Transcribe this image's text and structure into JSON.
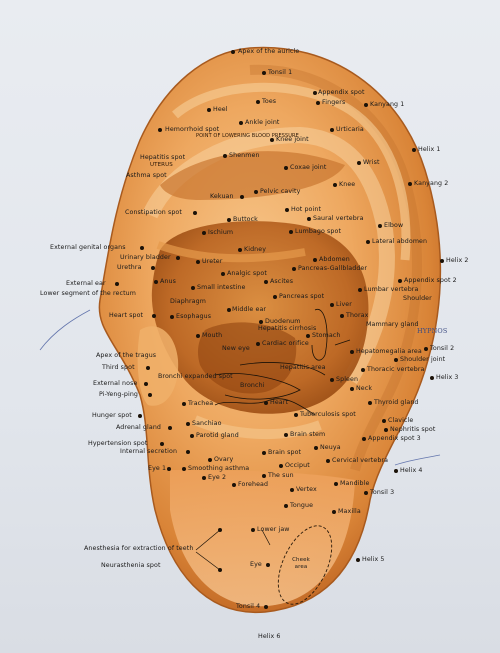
{
  "labels": {
    "apex_auricle": "Apex of the auricle",
    "tonsil1": "Tonsil 1",
    "appendix_spot": "Appendix spot",
    "toes": "Toes",
    "fingers": "Fingers",
    "kanyang1": "Kanyang 1",
    "heel": "Heel",
    "ankle_joint": "Ankle joint",
    "hemorrhoid_spot": "Hemorrhoid spot",
    "point_lowering_blood_pressure": "POINT OF LOWERING BLOOD PRESSURE",
    "knee_joint": "Knee joint",
    "urticaria": "Urticaria",
    "helix1": "Helix 1",
    "hepatitis_spot": "Hepatitis spot",
    "uterus": "UTERUS",
    "shenmen": "Shenmen",
    "wrist": "Wrist",
    "asthma_spot": "Asthma spot",
    "coxae_joint": "Coxae joint",
    "knee": "Knee",
    "kanyang2": "Kanyang 2",
    "kekuan": "Kekuan",
    "pelvic_cavity": "Pelvic cavity",
    "constipation_spot": "Constipation spot",
    "hot_point": "Hot point",
    "buttock": "Buttock",
    "saural_vertebra": "Saural vertebra",
    "elbow": "Elbow",
    "ischium": "Ischium",
    "lumbago_spot": "Lumbago spot",
    "lateral_abdomen": "Lateral abdomen",
    "external_genital_organs": "External genital organs",
    "kidney": "Kidney",
    "urinary_bladder": "Urinary bladder",
    "ureter": "Ureter",
    "abdomen": "Abdomen",
    "helix2": "Helix 2",
    "urethra": "Urethra",
    "pancreas_gallbladder": "Pancreas-Gallbladder",
    "analgic_spot": "Analgic spot",
    "external_ear": "External ear",
    "anus": "Anus",
    "ascites": "Ascites",
    "appendix_spot2": "Appendix spot 2",
    "lower_segment_rectum": "Lower segment of the rectum",
    "small_intestine": "Small intestine",
    "lumbar_vertebra": "Lumbar vertebra",
    "shoulder": "Shoulder",
    "pancreas_spot": "Pancreas spot",
    "diaphragm": "Diaphragm",
    "middle_ear": "Middle ear",
    "liver": "Liver",
    "heart_spot": "Heart spot",
    "esophagus": "Esophagus",
    "duodenum": "Duodenum",
    "thorax": "Thorax",
    "hepatitis_cirrhosis": "Hepatitis cirrhosis",
    "stomach": "Stomach",
    "mammary_gland": "Mammary gland",
    "hypnos": "HYPNOS",
    "mouth": "Mouth",
    "cardiac_orifice": "Cardiac orifice",
    "new_eye": "New eye",
    "tonsil2": "Tonsil 2",
    "hepatomegalia_area": "Hepatomegalia area",
    "shoulder_joint": "Shoulder joint",
    "apex_tragus": "Apex of the tragus",
    "hepatitis_area": "Hepatitis area",
    "thoracic_vertebra": "Thoracic vertebra",
    "third_spot": "Third spot",
    "bronchi_expanded": "Bronchi expanded spot",
    "helix3": "Helix 3",
    "spleen": "Spleen",
    "neck": "Neck",
    "external_nose": "External nose",
    "bronchi": "Bronchi",
    "pi_yeng_ping": "Pi-Yeng-ping",
    "trachea": "Trachea",
    "heart": "Heart",
    "thyroid_gland": "Thyroid gland",
    "hunger_spot": "Hunger spot",
    "tuberculosis_spot": "Tuberculosis spot",
    "clavicle": "Clavicle",
    "adrenal_gland": "Adrenal gland",
    "sanchiao": "Sanchiao",
    "nephritis_spot": "Nephritis spot",
    "appendix_spot3": "Appendix spot 3",
    "hypertension_spot": "Hypertension spot",
    "parotid_gland": "Parotid gland",
    "brain_stem": "Brain stem",
    "internal_secretion": "Internal secretion",
    "neuya": "Neuya",
    "brain_spot": "Brain spot",
    "ovary": "Ovary",
    "cervical_vertebra": "Cervical vertebra",
    "eye1": "Eye 1",
    "smoothing_asthma": "Smoothing asthma",
    "occiput": "Occiput",
    "helix4": "Helix 4",
    "eye2": "Eye 2",
    "the_sun": "The sun",
    "mandible": "Mandible",
    "forehead": "Forehead",
    "vertex": "Vertex",
    "tonsil3": "Tonsil 3",
    "tongue": "Tongue",
    "maxilla": "Maxilla",
    "lower_jaw": "Lower jaw",
    "anesthesia_extraction": "Anesthesia for extraction of teeth",
    "cheek_area": "Cheek area",
    "helix5": "Helix 5",
    "neurasthenia_spot": "Neurasthenia spot",
    "eye": "Eye",
    "tonsil4": "Tonsil 4",
    "helix6": "Helix 6"
  },
  "colors": {
    "ear_light": "#f7c07a",
    "ear_mid": "#e59a4c",
    "ear_dark": "#b05a1c",
    "marker": "#1b1208",
    "background": "#e4e7ec"
  }
}
